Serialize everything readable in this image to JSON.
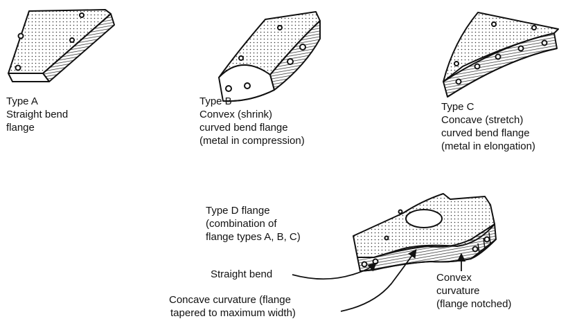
{
  "type_a": {
    "label": [
      "Type A",
      "Straight bend",
      "flange"
    ]
  },
  "type_b": {
    "label": [
      "Type B",
      "Convex (shrink)",
      "curved bend flange",
      "(metal in compression)"
    ]
  },
  "type_c": {
    "label": [
      "Type C",
      "Concave (stretch)",
      "curved bend flange",
      "(metal in elongation)"
    ]
  },
  "type_d": {
    "label": [
      "Type D flange",
      "(combination of",
      "flange types A, B, C)"
    ]
  },
  "callouts": {
    "straight_bend": "Straight bend",
    "concave": [
      "Concave curvature (flange",
      "tapered to maximum width)"
    ],
    "convex": [
      "Convex",
      "curvature",
      "(flange notched)"
    ]
  },
  "colors": {
    "ink": "#111111",
    "paper": "#ffffff"
  }
}
